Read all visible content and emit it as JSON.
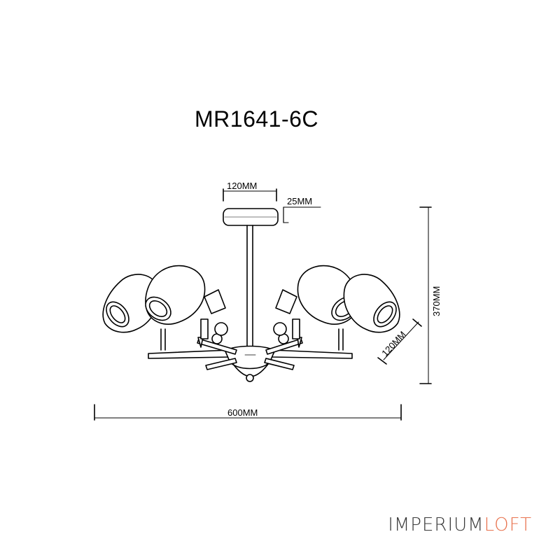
{
  "title": "MR1641-6C",
  "dimensions": {
    "canopy_diameter": "120MM",
    "canopy_height": "25MM",
    "total_height": "370MM",
    "shade_size": "120MM",
    "total_width": "600MM"
  },
  "brand": {
    "part1": "IMPERIUM",
    "part2": "LOFT",
    "color1": "#3a3a3a",
    "color2": "#e8734f"
  }
}
